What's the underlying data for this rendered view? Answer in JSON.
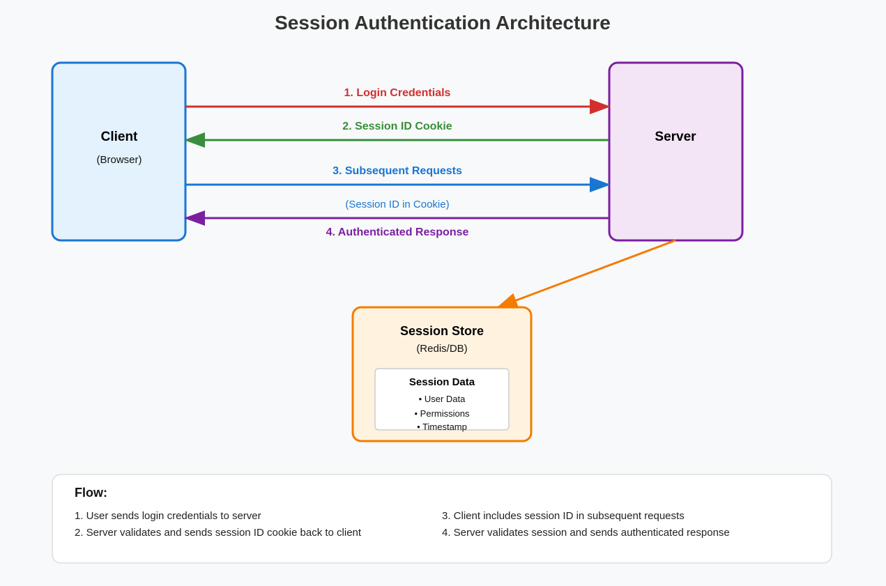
{
  "title": "Session Authentication Architecture",
  "colors": {
    "red": "#d32f2f",
    "green": "#388e3c",
    "blue": "#1976d2",
    "purple": "#7b1fa2",
    "orange": "#f57c00"
  },
  "nodes": {
    "client": {
      "title": "Client",
      "subtitle": "(Browser)"
    },
    "server": {
      "title": "Server"
    },
    "store": {
      "title": "Session Store",
      "subtitle": "(Redis/DB)",
      "data": {
        "title": "Session Data",
        "items": [
          "• User Data",
          "• Permissions",
          "• Timestamp"
        ]
      }
    }
  },
  "arrows": {
    "login": "1. Login Credentials",
    "cookie": "2. Session ID Cookie",
    "requests": "3. Subsequent Requests",
    "requests_note": "(Session ID in Cookie)",
    "response": "4. Authenticated Response"
  },
  "flow": {
    "heading": "Flow:",
    "steps": [
      "1. User sends login credentials to server",
      "2. Server validates and sends session ID cookie back to client",
      "3. Client includes session ID in subsequent requests",
      "4. Server validates session and sends authenticated response"
    ]
  }
}
